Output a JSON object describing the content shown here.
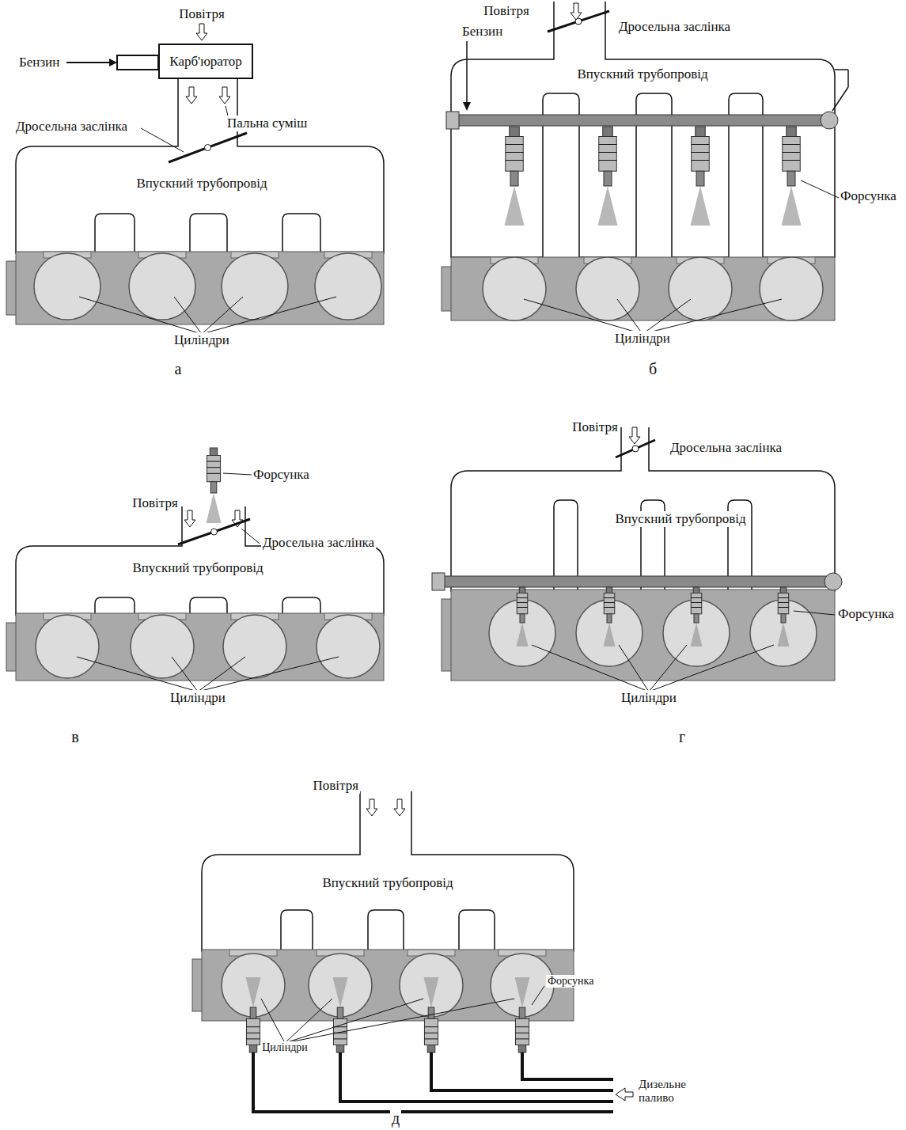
{
  "diagram": {
    "nodes": [
      {
        "text": [
          "Карб'юратор"
        ]
      }
    ],
    "labels": [
      "Повітря",
      "Бензин",
      "Дросельна заслінка",
      "Пальна суміш",
      "Впускний трубопровід",
      "Циліндри",
      "а",
      "Повітря",
      "Дросельна заслінка",
      "Бензин",
      "Впускний трубопровід",
      "Форсунка",
      "Циліндри",
      "б",
      "Форсунка",
      "Повітря",
      "Дросельна заслінка",
      "Впускний трубопровід",
      "Циліндри",
      "в",
      "Повітря",
      "Дросельна заслінка",
      "Впускний трубопровід",
      "Форсунка",
      "Циліндри",
      "г",
      "Повітря",
      "Впускний трубопровід",
      "Циліндри",
      "Форсунка",
      "Дизельне паливо",
      "д"
    ]
  }
}
